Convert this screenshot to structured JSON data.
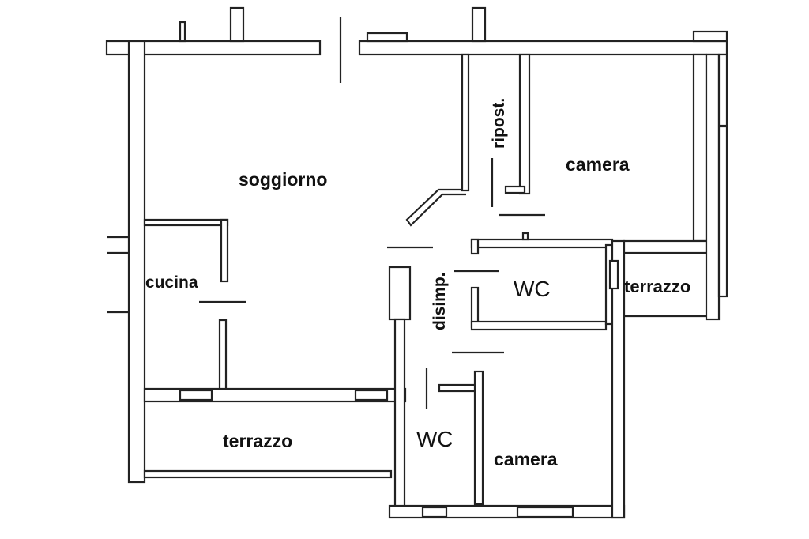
{
  "rooms": {
    "soggiorno": "soggiorno",
    "camera_top": "camera",
    "ripostiglio": "ripost.",
    "cucina": "cucina",
    "disimpegno": "disimp.",
    "wc_right": "WC",
    "terrazzo_right": "terrazzo",
    "terrazzo_bottom": "terrazzo",
    "wc_bottom": "WC",
    "camera_bottom": "camera"
  }
}
